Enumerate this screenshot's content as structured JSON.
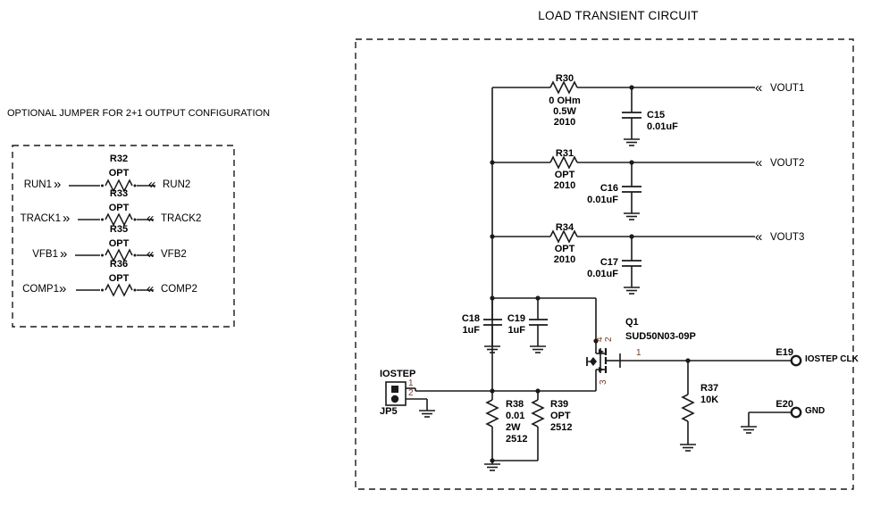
{
  "diagram": {
    "title": "LOAD TRANSIENT CIRCUIT",
    "left_panel_caption": "OPTIONAL JUMPER FOR 2+1 OUTPUT CONFIGURATION",
    "colors": {
      "line": "#1a1a1a",
      "text": "#000000",
      "background": "#ffffff",
      "pin_number": "#7a3b1e"
    }
  },
  "jumper_panel": {
    "rows": [
      {
        "ref": "R32",
        "value": "OPT",
        "left_net": "RUN1",
        "right_net": "RUN2",
        "left_port": "»",
        "right_port": "«"
      },
      {
        "ref": "R33",
        "value": "OPT",
        "left_net": "TRACK1",
        "right_net": "TRACK2",
        "left_port": "»",
        "right_port": "«"
      },
      {
        "ref": "R35",
        "value": "OPT",
        "left_net": "VFB1",
        "right_net": "VFB2",
        "left_port": "»",
        "right_port": "«"
      },
      {
        "ref": "R36",
        "value": "OPT",
        "left_net": "COMP1",
        "right_net": "COMP2",
        "left_port": "»",
        "right_port": "«"
      }
    ]
  },
  "load_transient": {
    "output_rows": [
      {
        "resistor_ref": "R30",
        "resistor_lines": [
          "0 OHm",
          "0.5W",
          "2010"
        ],
        "cap_ref": "C15",
        "cap_value": "0.01uF",
        "net": "VOUT1",
        "port": "«"
      },
      {
        "resistor_ref": "R31",
        "resistor_lines": [
          "OPT",
          "2010"
        ],
        "cap_ref": "C16",
        "cap_value": "0.01uF",
        "net": "VOUT2",
        "port": "«"
      },
      {
        "resistor_ref": "R34",
        "resistor_lines": [
          "OPT",
          "2010"
        ],
        "cap_ref": "C17",
        "cap_value": "0.01uF",
        "net": "VOUT3",
        "port": "«"
      }
    ],
    "bypass_caps": [
      {
        "ref": "C18",
        "value": "1uF"
      },
      {
        "ref": "C19",
        "value": "1uF"
      }
    ],
    "sense_resistors": [
      {
        "ref": "R38",
        "lines": [
          "0.01",
          "2W",
          "2512"
        ]
      },
      {
        "ref": "R39",
        "lines": [
          "OPT",
          "2512"
        ]
      }
    ],
    "mosfet": {
      "ref": "Q1",
      "part": "SUD50N03-09P",
      "pins": {
        "drain_top_left": "4",
        "drain_top_right": "2",
        "source": "3",
        "gate": "1"
      }
    },
    "gate_resistor": {
      "ref": "R37",
      "value": "10K"
    },
    "connector": {
      "label": "IOSTEP",
      "ref": "JP5",
      "pins": [
        "1",
        "2"
      ]
    },
    "terminals": [
      {
        "ref": "E19",
        "net": "IOSTEP CLK"
      },
      {
        "ref": "E20",
        "net": "GND"
      }
    ]
  }
}
